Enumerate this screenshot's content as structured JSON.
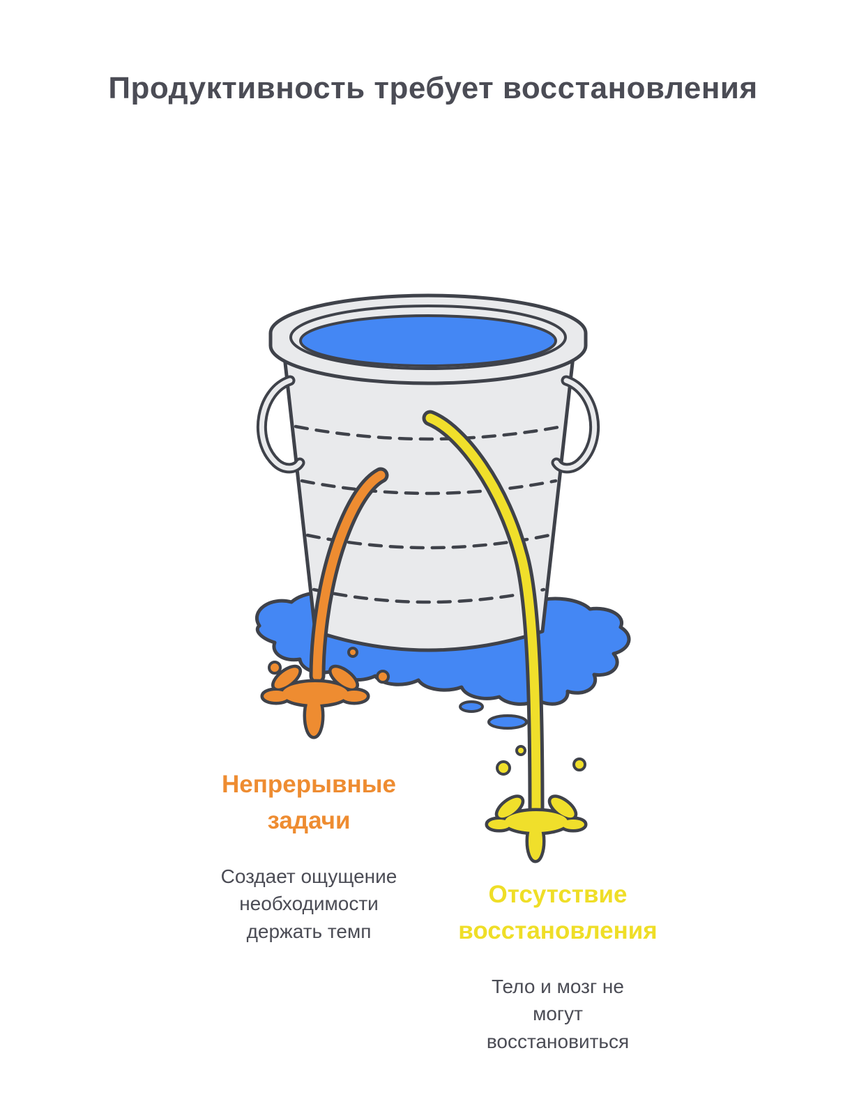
{
  "title": "Продуктивность требует восстановления",
  "labels": {
    "continuous_tasks": {
      "heading": "Непрерывные\nзадачи",
      "description": "Создает ощущение\nнеобходимости\nдержать темп"
    },
    "no_recovery": {
      "heading": "Отсутствие\nвосстановления",
      "description": "Тело и мозг не\nмогут\nвосстановиться"
    }
  },
  "icons": {
    "bucket": "bucket-icon",
    "puddle": "water-puddle-icon",
    "orange_stream": "continuous-tasks-stream-icon",
    "yellow_stream": "no-recovery-stream-icon"
  },
  "colors": {
    "blue": "#4487F4",
    "orange": "#EE8C31",
    "yellow": "#F0DF2B",
    "outline": "#3F424A",
    "bucket_gray": "#E9EAEC",
    "text": "#4B4C55"
  }
}
